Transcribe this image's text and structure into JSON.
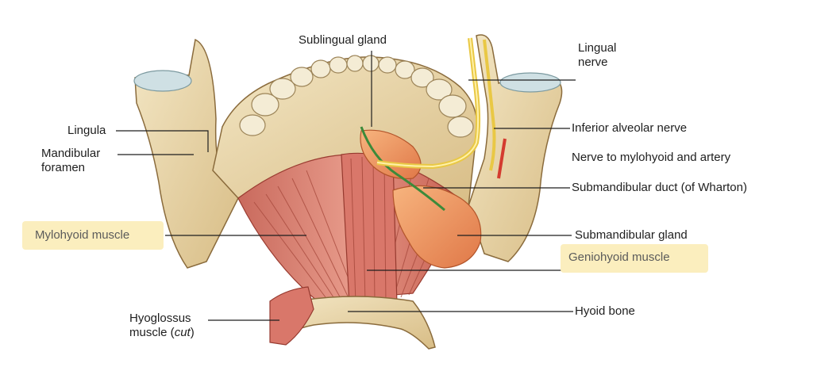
{
  "diagram": {
    "highlight_color": "#fbeebe",
    "bone_color": "#e7d3a6",
    "muscle_color": "#d97a6c",
    "gland_color": "#ef9a63",
    "nerve_color": "#f0d55a",
    "labels": {
      "sublingual_gland": "Sublingual gland",
      "lingual_nerve_1": "Lingual",
      "lingual_nerve_2": "nerve",
      "lingula": "Lingula",
      "mandibular_foramen_1": "Mandibular",
      "mandibular_foramen_2": "foramen",
      "inferior_alveolar_nerve": "Inferior alveolar nerve",
      "nerve_to_mylohyoid": "Nerve to mylohyoid and artery",
      "submandibular_duct": "Submandibular duct (of Wharton)",
      "mylohyoid_muscle": "Mylohyoid muscle",
      "submandibular_gland": "Submandibular gland",
      "geniohyoid_muscle": "Geniohyoid muscle",
      "hyoid_bone": "Hyoid bone",
      "hyoglossus_1": "Hyoglossus",
      "hyoglossus_2_prefix": "muscle (",
      "hyoglossus_2_italic": "cut",
      "hyoglossus_2_suffix": ")"
    }
  }
}
